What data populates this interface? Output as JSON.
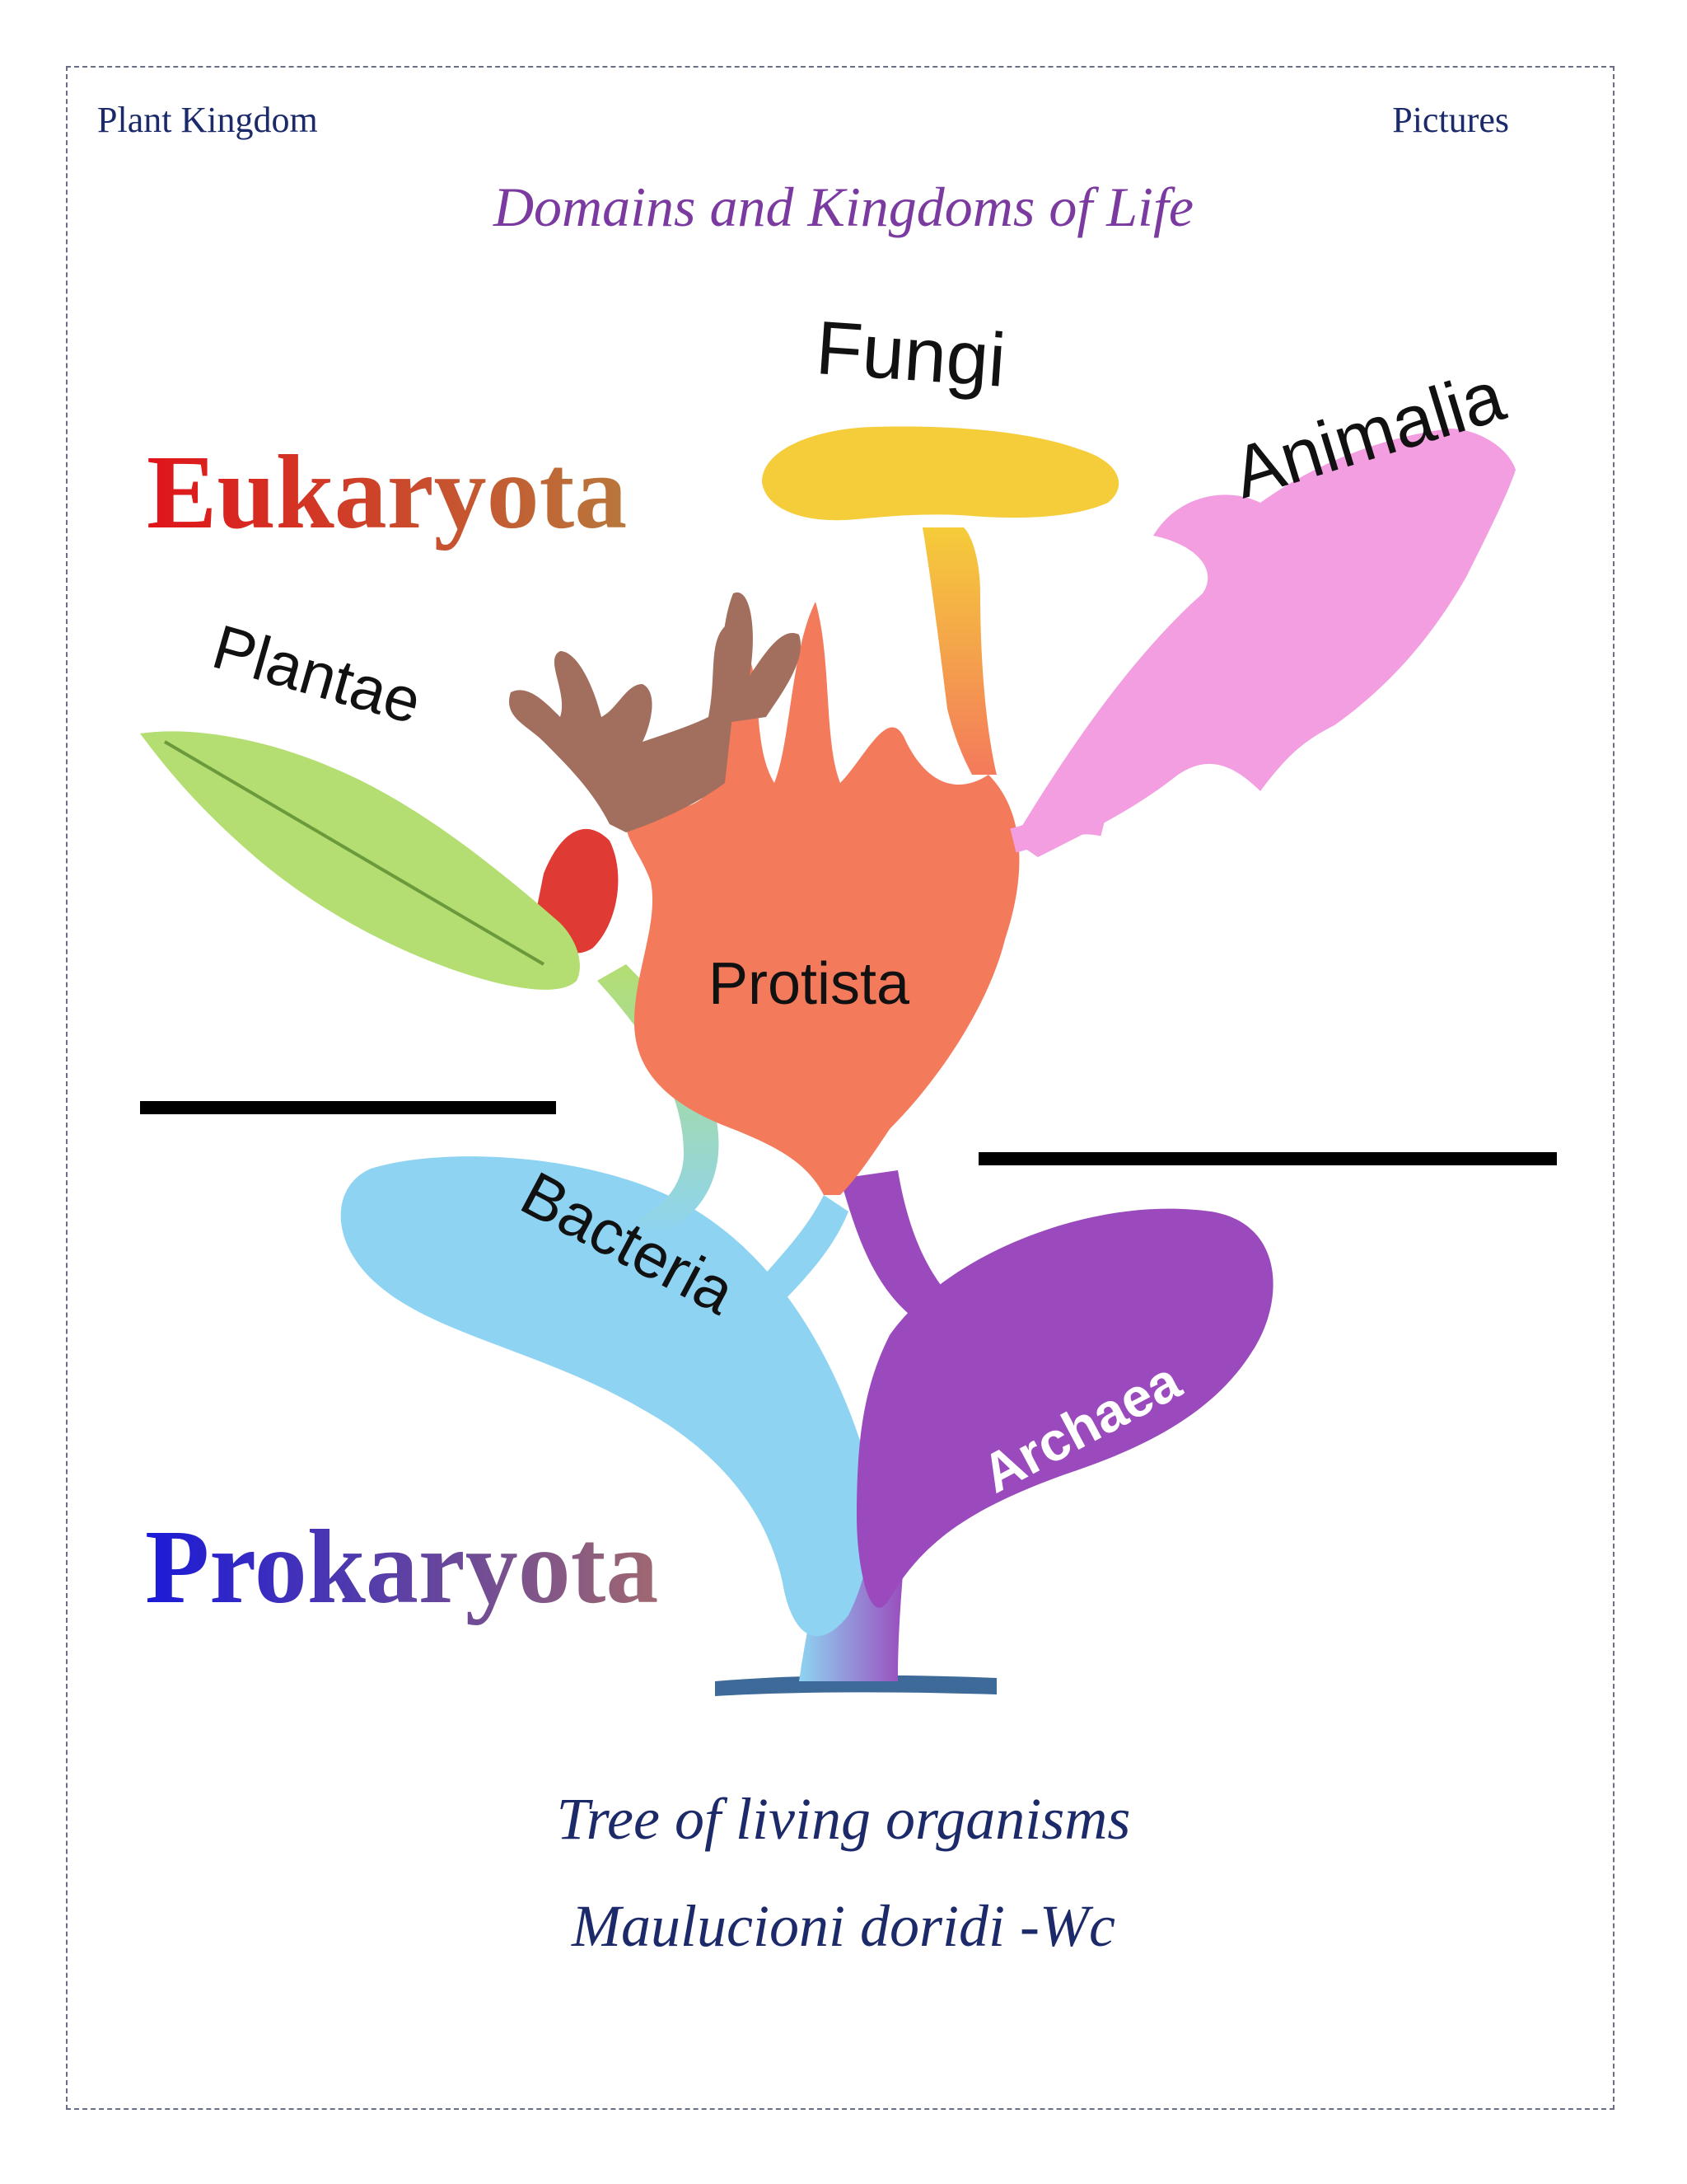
{
  "header": {
    "left": "Plant Kingdom",
    "right": "Pictures"
  },
  "title": "Domains and Kingdoms of Life",
  "diagram": {
    "domains": {
      "eukaryota": "Eukaryota",
      "prokaryota": "Prokaryota"
    },
    "groups": {
      "fungi": "Fungi",
      "animalia": "Animalia",
      "plantae": "Plantae",
      "protista": "Protista",
      "bacteria": "Bacteria",
      "archaea": "Archaea"
    },
    "colors": {
      "eukaryota_start": "#e0141a",
      "eukaryota_end": "#b8783c",
      "prokaryota_start": "#1a1ad8",
      "prokaryota_end": "#a06870",
      "fungi": "#f5cc3a",
      "animalia": "#f29ee0",
      "plantae": "#b4de72",
      "protista": "#f47a5c",
      "brown_branch": "#a26e5e",
      "red_bud": "#e03a34",
      "bacteria": "#8ed4f2",
      "archaea": "#9a4abc",
      "base": "#3e6a9a"
    }
  },
  "caption": {
    "line1": "Tree of living organisms",
    "line2": "Maulucioni doridi -Wc"
  }
}
